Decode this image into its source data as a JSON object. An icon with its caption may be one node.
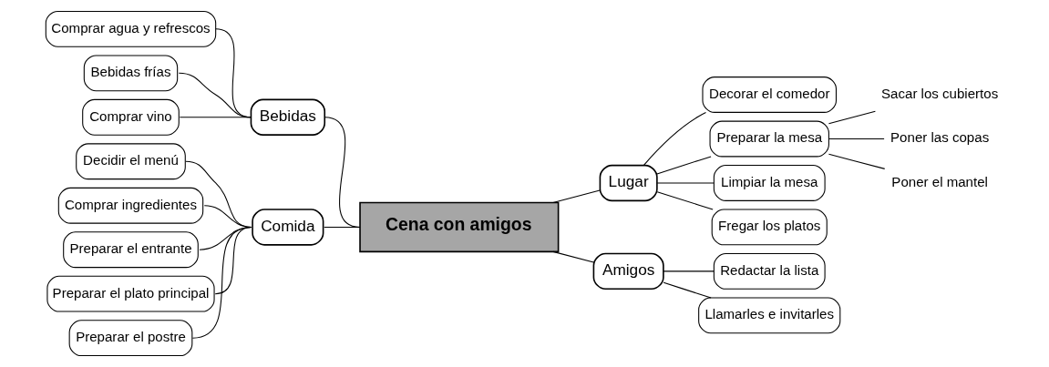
{
  "diagram": {
    "nodes": [
      {
        "text": [
          "Cena con amigos"
        ]
      },
      {
        "text": [
          "Bebidas"
        ]
      },
      {
        "text": [
          "Comprar agua y refrescos"
        ]
      },
      {
        "text": [
          "Bebidas frías"
        ]
      },
      {
        "text": [
          "Comprar vino"
        ]
      },
      {
        "text": [
          "Lugar"
        ]
      },
      {
        "text": [
          "Decorar el comedor"
        ]
      },
      {
        "text": [
          "Preparar la mesa"
        ]
      },
      {
        "text": [
          "Sacar los cubiertos"
        ]
      },
      {
        "text": [
          "Poner las copas"
        ]
      },
      {
        "text": [
          "Poner el mantel"
        ]
      },
      {
        "text": [
          "Limpiar la mesa"
        ]
      },
      {
        "text": [
          "Fregar los platos"
        ]
      },
      {
        "text": [
          "Comida"
        ]
      },
      {
        "text": [
          "Decidir el menú"
        ]
      },
      {
        "text": [
          "Comprar ingredientes"
        ]
      },
      {
        "text": [
          "Preparar el entrante"
        ]
      },
      {
        "text": [
          "Preparar el plato principal"
        ]
      },
      {
        "text": [
          "Preparar el postre"
        ]
      },
      {
        "text": [
          "Amigos"
        ]
      },
      {
        "text": [
          "Redactar la lista"
        ]
      },
      {
        "text": [
          "Llamarles e invitarles"
        ]
      }
    ],
    "edges": [
      {
        "from": 0,
        "to": 1,
        "arrow": "none"
      },
      {
        "from": 1,
        "to": 2,
        "arrow": "none"
      },
      {
        "from": 1,
        "to": 3,
        "arrow": "none"
      },
      {
        "from": 1,
        "to": 4,
        "arrow": "none"
      },
      {
        "from": 0,
        "to": 5,
        "arrow": "none"
      },
      {
        "from": 5,
        "to": 6,
        "arrow": "none"
      },
      {
        "from": 5,
        "to": 7,
        "arrow": "none"
      },
      {
        "from": 7,
        "to": 8,
        "arrow": "none"
      },
      {
        "from": 7,
        "to": 9,
        "arrow": "none"
      },
      {
        "from": 7,
        "to": 10,
        "arrow": "none"
      },
      {
        "from": 5,
        "to": 11,
        "arrow": "none"
      },
      {
        "from": 5,
        "to": 12,
        "arrow": "none"
      },
      {
        "from": 0,
        "to": 13,
        "arrow": "none"
      },
      {
        "from": 13,
        "to": 14,
        "arrow": "none"
      },
      {
        "from": 13,
        "to": 15,
        "arrow": "none"
      },
      {
        "from": 13,
        "to": 16,
        "arrow": "none"
      },
      {
        "from": 13,
        "to": 17,
        "arrow": "none"
      },
      {
        "from": 13,
        "to": 18,
        "arrow": "none"
      },
      {
        "from": 0,
        "to": 19,
        "arrow": "none"
      },
      {
        "from": 19,
        "to": 20,
        "arrow": "none"
      },
      {
        "from": 19,
        "to": 21,
        "arrow": "none"
      }
    ]
  }
}
